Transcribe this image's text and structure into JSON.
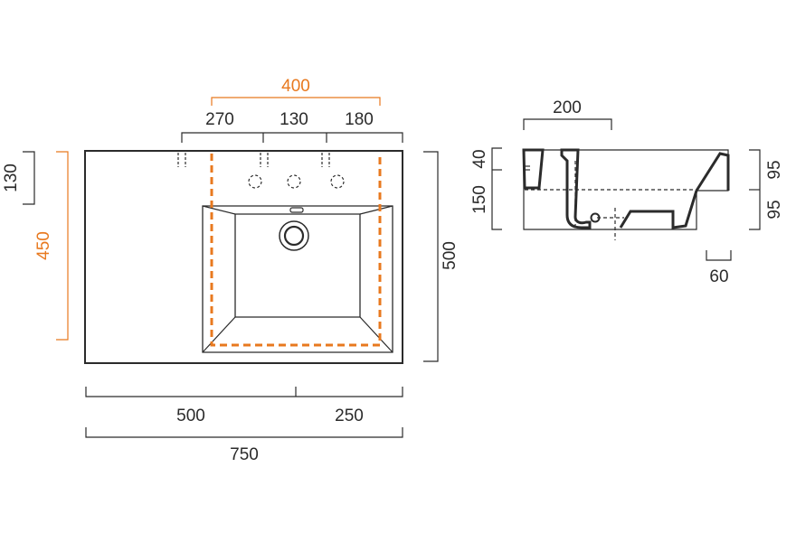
{
  "colors": {
    "line": "#2b2b2b",
    "accent": "#e8791f",
    "background": "#ffffff"
  },
  "plan": {
    "top_dimension_orange": "400",
    "tap_spacing": [
      "270",
      "130",
      "180"
    ],
    "left_dimension": "130",
    "left_dimension_orange": "450",
    "right_dimension": "500",
    "bottom_split": [
      "500",
      "250"
    ],
    "bottom_total": "750"
  },
  "section": {
    "top_dimension": "200",
    "left_dimensions": [
      "40",
      "150"
    ],
    "right_dimensions": [
      "95",
      "95"
    ],
    "bottom_dimension": "60"
  }
}
